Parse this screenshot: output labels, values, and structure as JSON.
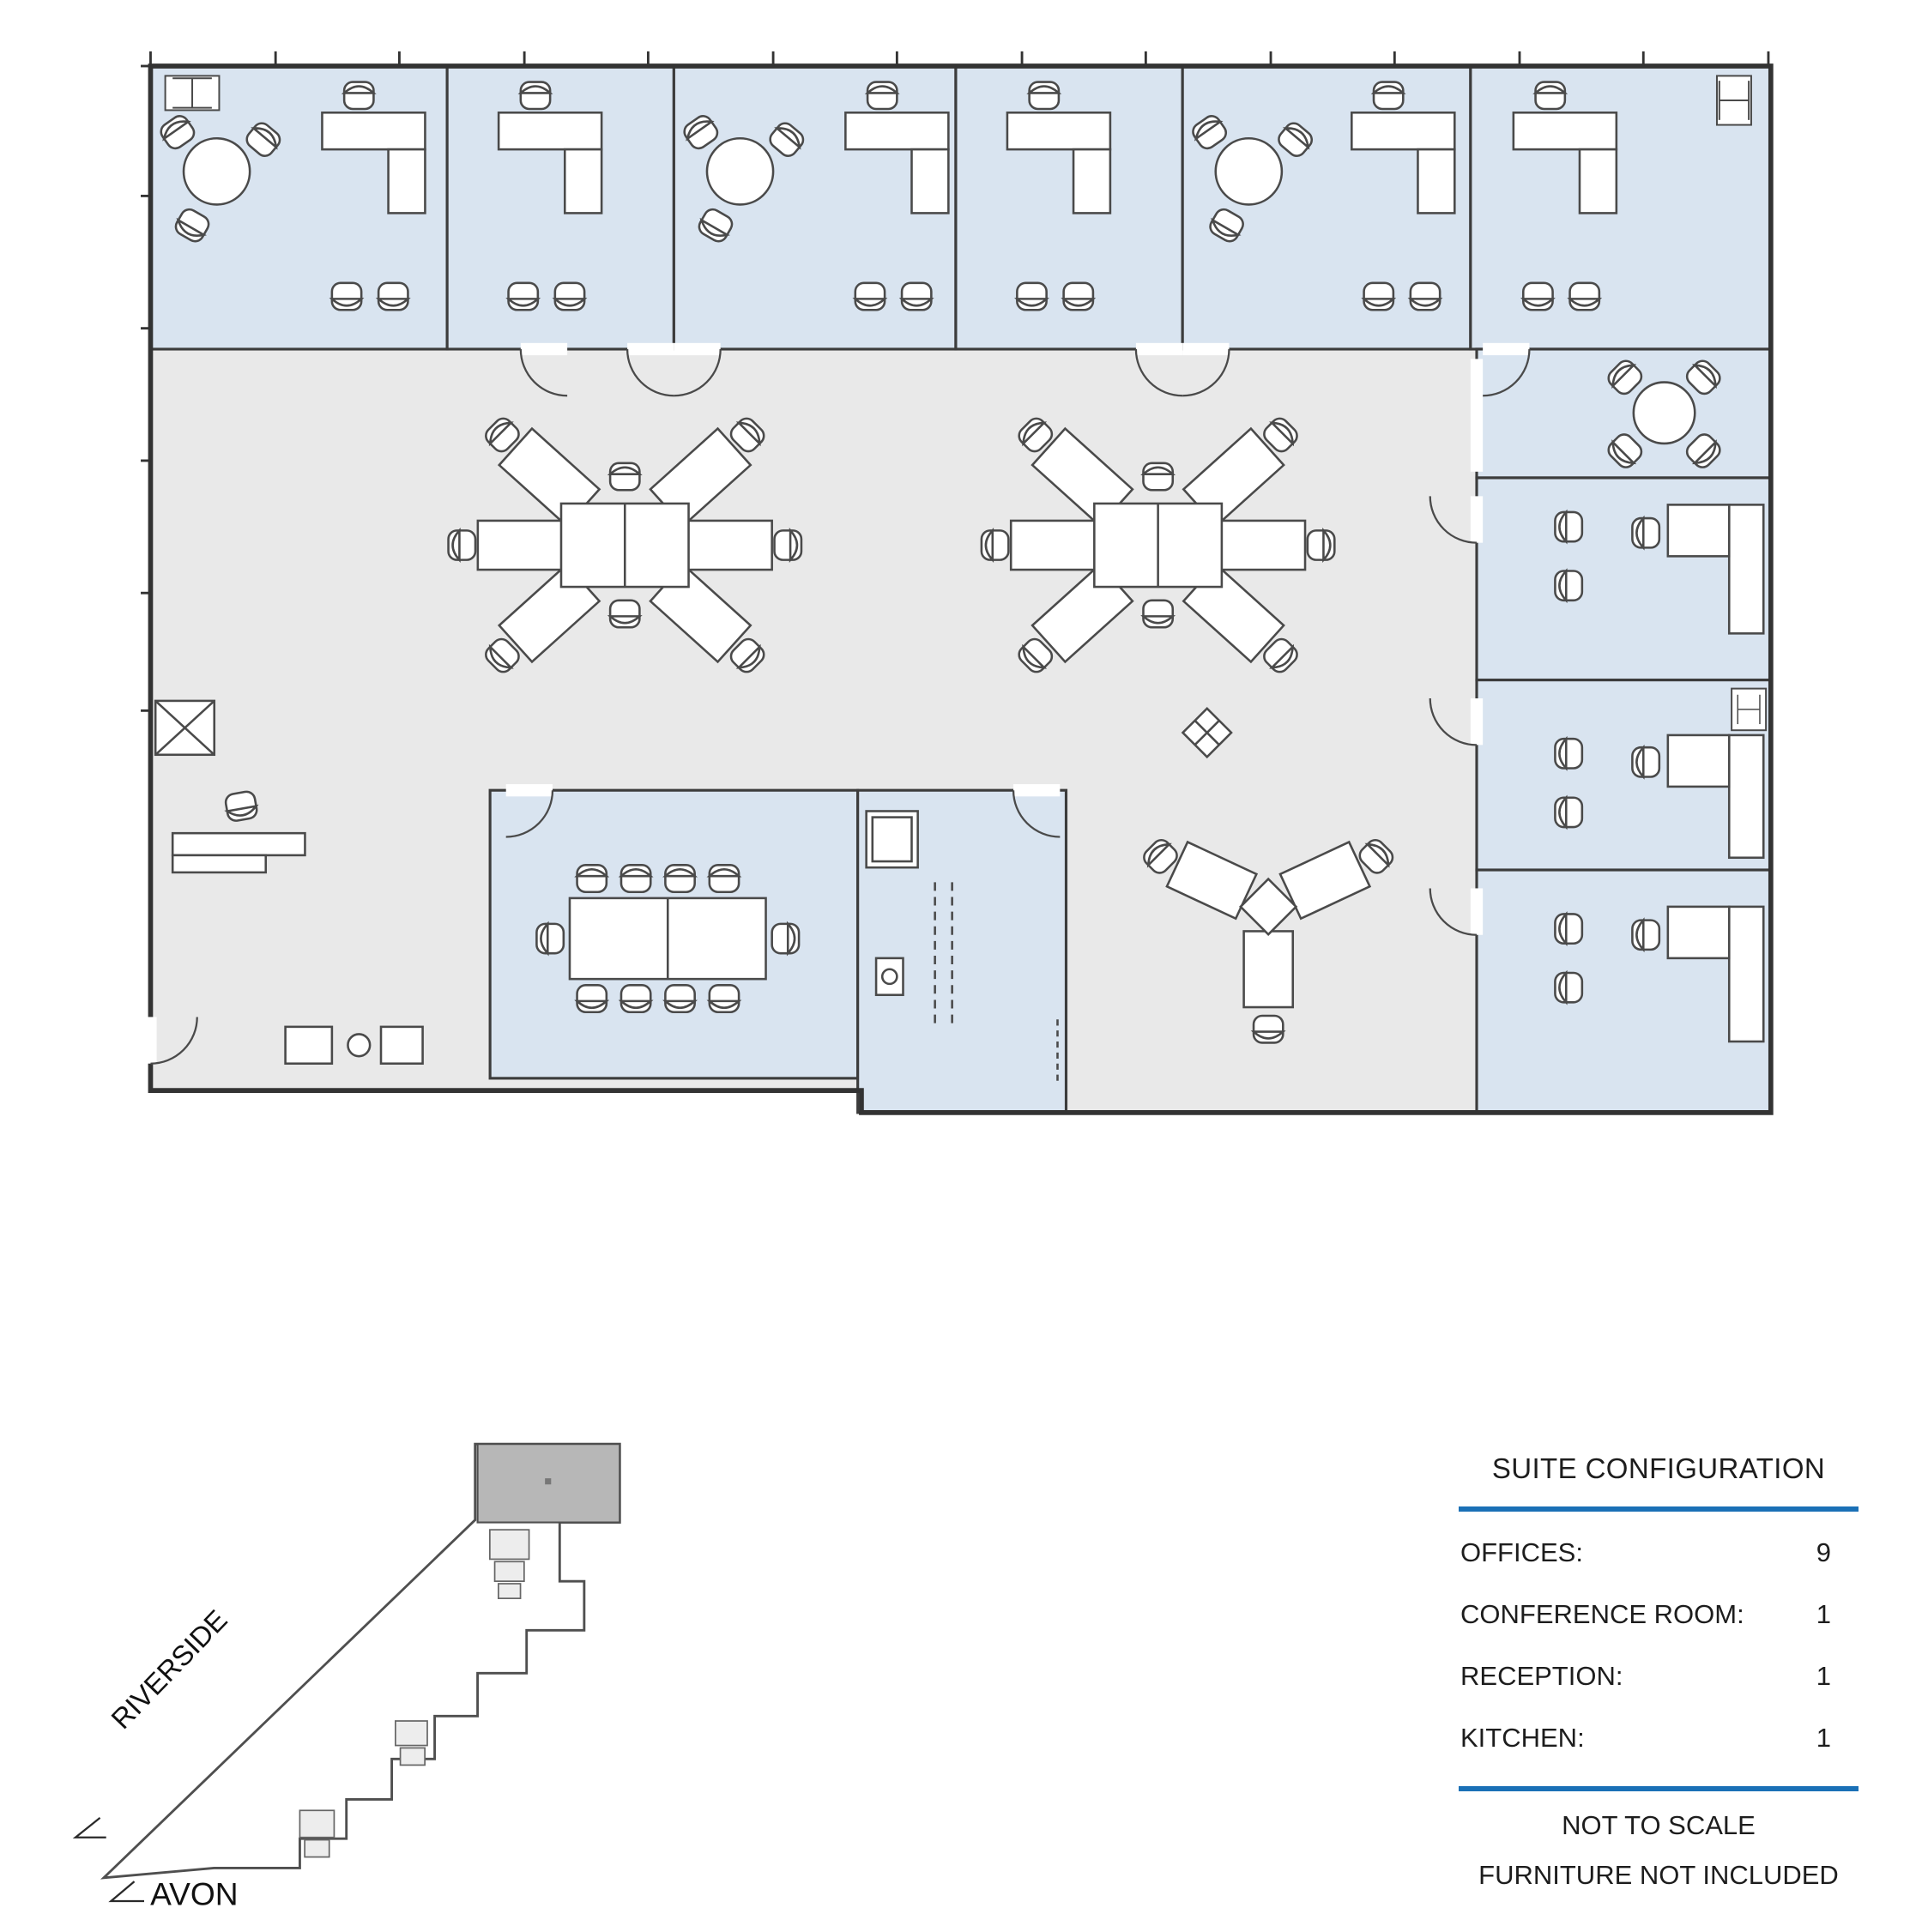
{
  "suite_configuration": {
    "title": "SUITE CONFIGURATION",
    "rows": [
      {
        "label": "OFFICES:",
        "value": "9"
      },
      {
        "label": "CONFERENCE ROOM:",
        "value": "1"
      },
      {
        "label": "RECEPTION:",
        "value": "1"
      },
      {
        "label": "KITCHEN:",
        "value": "1"
      }
    ],
    "notes": [
      "NOT TO SCALE",
      "FURNITURE NOT INCLUDED"
    ]
  },
  "key_plan": {
    "street_diagonal": "RIVERSIDE",
    "street_bottom": "AVON"
  },
  "colors": {
    "accent_rule": "#1a70b6",
    "room_fill": "#d9e4f0",
    "open_area_fill": "#e9e9e9",
    "wall_line": "#333333",
    "keyplan_suite_highlight": "#b7b7b7"
  }
}
